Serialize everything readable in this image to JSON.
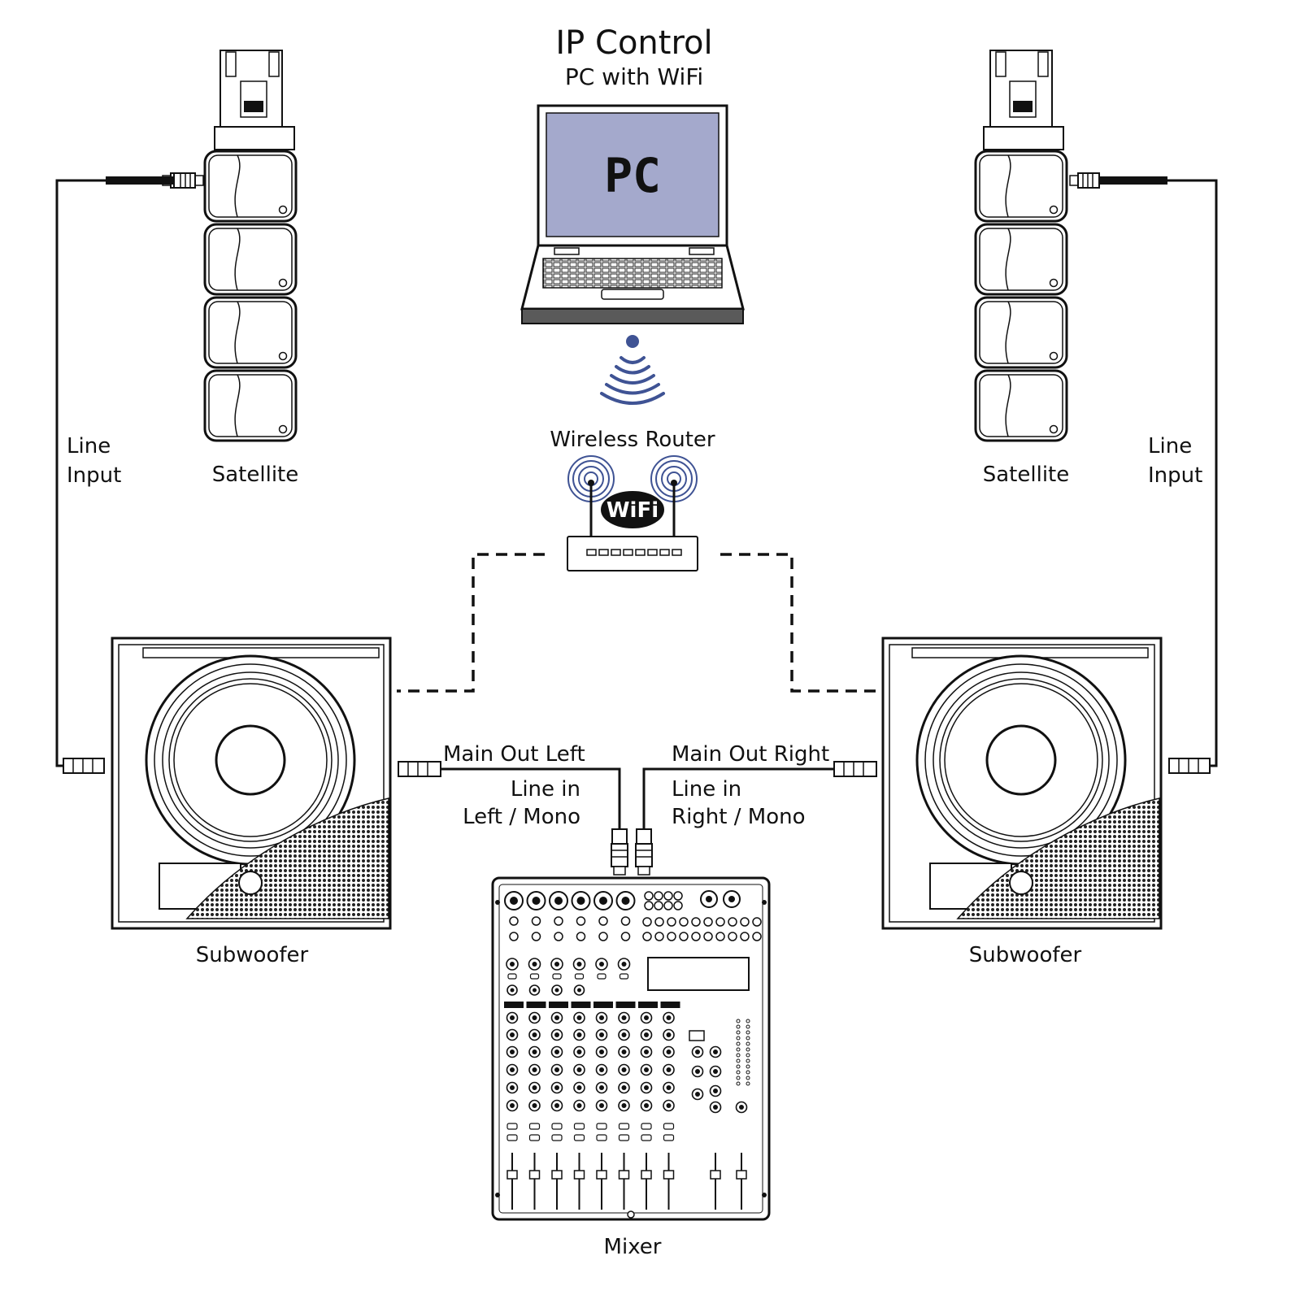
{
  "title": "IP Control",
  "subtitle": "PC with WiFi",
  "pc_screen_text": "PC",
  "router_label": "Wireless Router",
  "wifi_logo_text": "WiFi",
  "left_satellite_label": "Satellite",
  "right_satellite_label": "Satellite",
  "left_line_input": {
    "line1": "Line",
    "line2": "Input"
  },
  "right_line_input": {
    "line1": "Line",
    "line2": "Input"
  },
  "left_subwoofer_label": "Subwoofer",
  "right_subwoofer_label": "Subwoofer",
  "main_out_left": "Main Out Left",
  "main_out_right": "Main Out Right",
  "line_in_left": {
    "line1": "Line in",
    "line2": "Left / Mono"
  },
  "line_in_right": {
    "line1": "Line in",
    "line2": "Right / Mono"
  },
  "mixer_label": "Mixer",
  "colors": {
    "screen": "#a4a9cc",
    "wifi_signal": "#3f5394",
    "line": "#111111",
    "laptop_base": "#5a5a5a"
  }
}
